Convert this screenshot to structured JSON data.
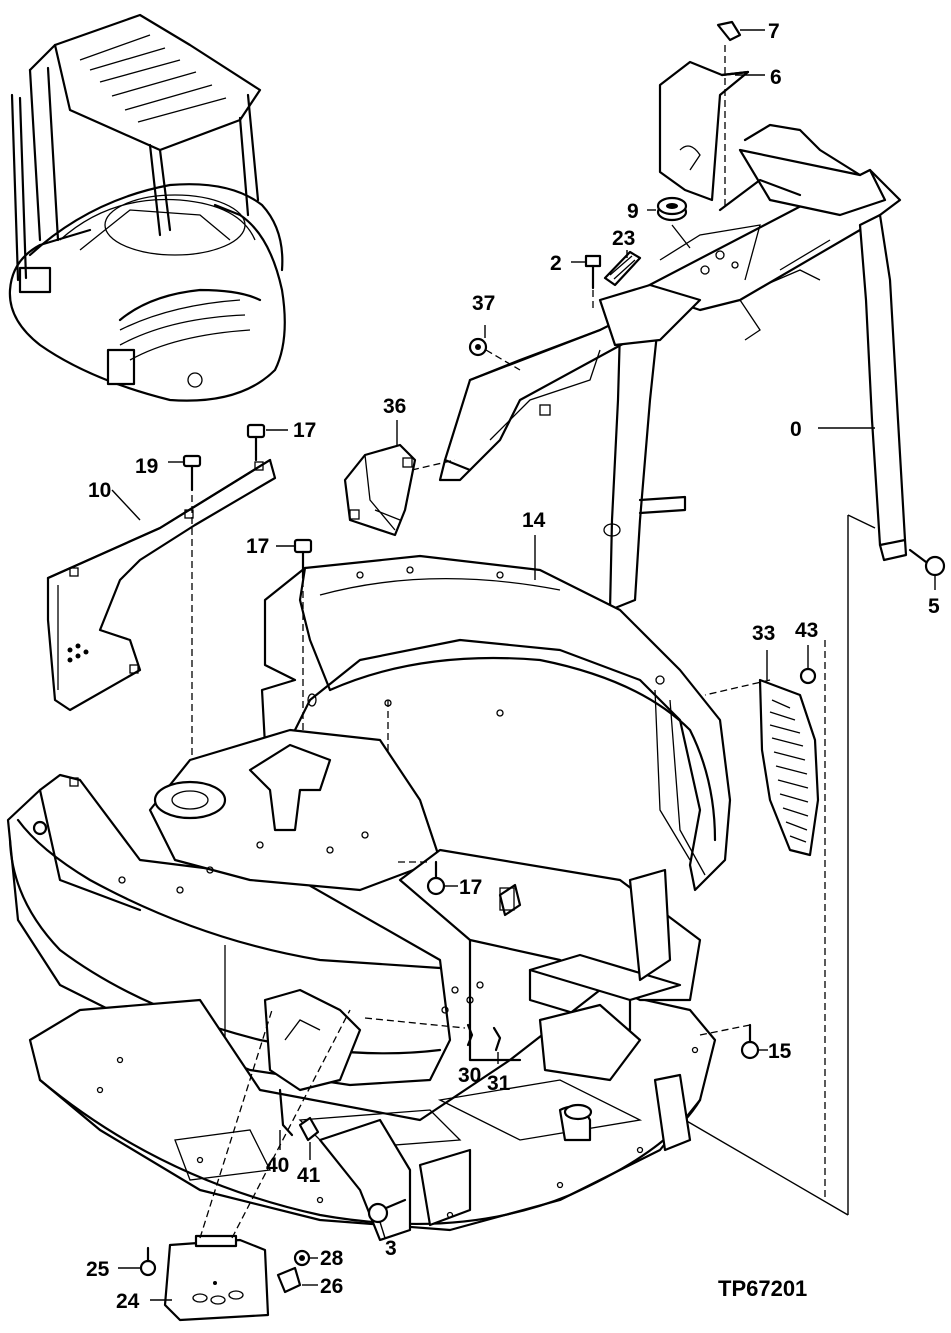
{
  "figure_id": "TP67201",
  "callouts": [
    "7",
    "6",
    "9",
    "23",
    "2",
    "37",
    "36",
    "0",
    "5",
    "17",
    "19",
    "10",
    "14",
    "17",
    "33",
    "43",
    "17",
    "15",
    "30",
    "31",
    "40",
    "41",
    "3",
    "28",
    "25",
    "26",
    "24"
  ]
}
